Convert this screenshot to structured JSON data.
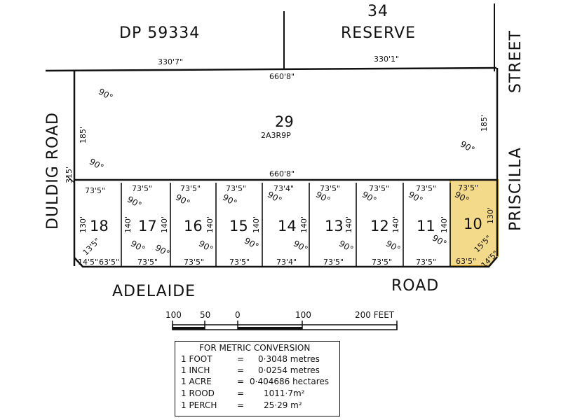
{
  "plan": {
    "adjacent_plan": "DP 59334",
    "reserve_number": "34",
    "reserve_label": "RESERVE",
    "roads": {
      "west": "DULDIG ROAD",
      "south_part1": "ADELAIDE",
      "south_part2": "ROAD",
      "east_part1": "PRISCILLA",
      "east_part2": "STREET"
    },
    "boundary_dims": {
      "north_left": "330'7\"",
      "north_right": "330'1\"",
      "north_total": "660'8\"",
      "middle_total": "660'8\"",
      "west_side": "185'",
      "west_small": "315'",
      "east_side": "185'"
    },
    "lot29": {
      "number": "29",
      "area": "2A3R9P",
      "angles": [
        "90°",
        "90°",
        "90°"
      ]
    },
    "lots": [
      {
        "number": "18",
        "top": "73'5\"",
        "side": "130'",
        "bottom": "63'5\"",
        "corner": "14'5\"",
        "diag": "13'5\"",
        "highlighted": false
      },
      {
        "number": "17",
        "top": "73'5\"",
        "side": "140'",
        "bottom": "73'5\"",
        "highlighted": false
      },
      {
        "number": "16",
        "top": "73'5\"",
        "side": "140'",
        "bottom": "73'5\"",
        "highlighted": false
      },
      {
        "number": "15",
        "top": "73'5\"",
        "side": "140'",
        "bottom": "73'5\"",
        "highlighted": false
      },
      {
        "number": "14",
        "top": "73'4\"",
        "side": "140'",
        "bottom": "73'4\"",
        "highlighted": false
      },
      {
        "number": "13",
        "top": "73'5\"",
        "side": "140'",
        "bottom": "73'5\"",
        "highlighted": false
      },
      {
        "number": "12",
        "top": "73'5\"",
        "side": "140'",
        "bottom": "73'5\"",
        "highlighted": false
      },
      {
        "number": "11",
        "top": "73'5\"",
        "side": "140'",
        "bottom": "73'5\"",
        "highlighted": false
      },
      {
        "number": "10",
        "top": "73'5\"",
        "side": "130'",
        "bottom": "63'5\"",
        "corner": "14'5\"",
        "diag": "15'5\"",
        "highlighted": true
      }
    ],
    "right_angle": "90°",
    "highlight_color": "#f3d98a",
    "highlight_border": "#d4a017"
  },
  "scale_bar": {
    "labels": [
      "100",
      "50",
      "0",
      "100",
      "200 FEET"
    ]
  },
  "conversion": {
    "title": "FOR METRIC CONVERSION",
    "rows": [
      {
        "unit": "1 FOOT",
        "eq": "=",
        "value": "0·3048 metres"
      },
      {
        "unit": "1 INCH",
        "eq": "=",
        "value": "0·0254 metres"
      },
      {
        "unit": "1 ACRE",
        "eq": "=",
        "value": "0·404686 hectares"
      },
      {
        "unit": "1 ROOD",
        "eq": "=",
        "value": "1011·7m²"
      },
      {
        "unit": "1 PERCH",
        "eq": "=",
        "value": "25·29 m²"
      }
    ]
  }
}
